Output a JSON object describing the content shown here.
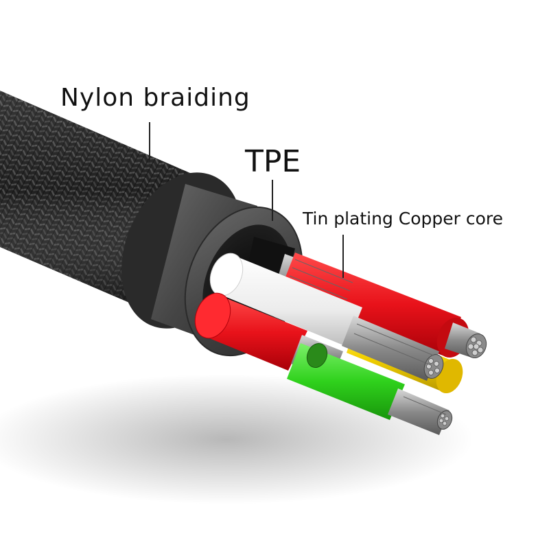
{
  "diagram": {
    "labels": {
      "nylon": "Nylon braiding",
      "tpe": "TPE",
      "core": "Tin plating Copper core"
    },
    "components": [
      {
        "name": "nylon-braiding",
        "color": "#1a1a1a"
      },
      {
        "name": "tpe-sleeve",
        "color": "#3c3c3c"
      },
      {
        "name": "wire-black",
        "color": "#111111"
      },
      {
        "name": "wire-white",
        "color": "#f4f4f4"
      },
      {
        "name": "wire-red-top",
        "color": "#e8121a"
      },
      {
        "name": "wire-yellow",
        "color": "#f3d100"
      },
      {
        "name": "wire-red-lower",
        "color": "#e8121a"
      },
      {
        "name": "wire-green",
        "color": "#2fd11c"
      },
      {
        "name": "copper-strands",
        "color": "#9a9a9a"
      }
    ]
  }
}
